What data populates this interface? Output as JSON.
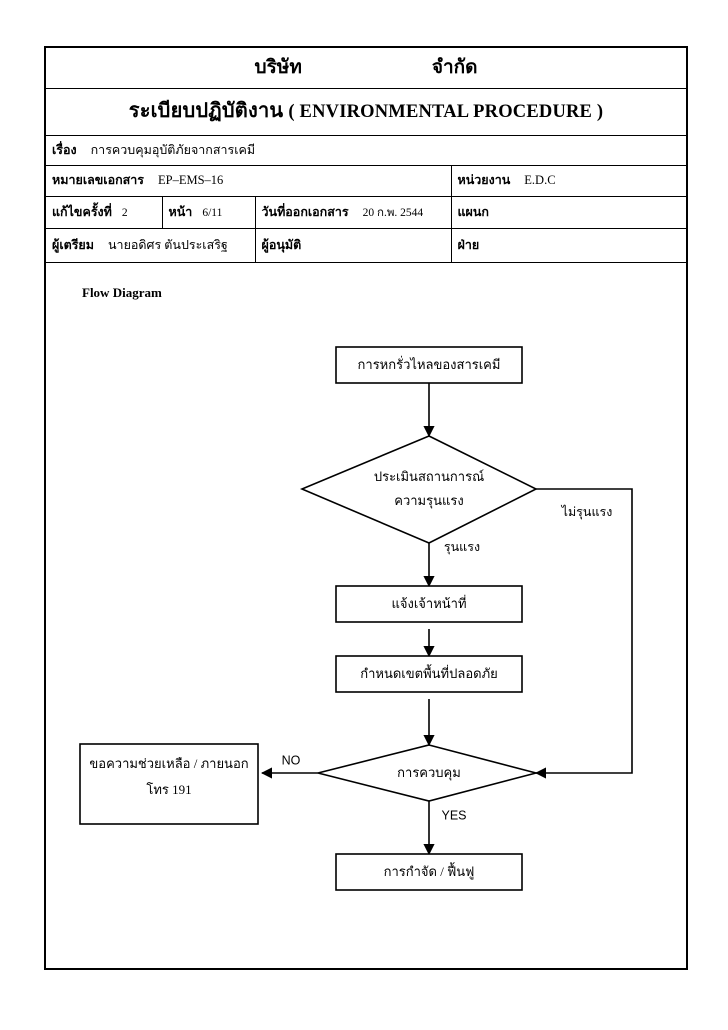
{
  "document": {
    "company_prefix": "บริษัท",
    "company_suffix": "จำกัด",
    "title_th": "ระเบียบปฏิบัติงาน",
    "title_en": "( ENVIRONMENTAL  PROCEDURE )",
    "fields": {
      "subject_label": "เรื่อง",
      "subject_value": "การควบคุมอุบัติภัยจากสารเคมี",
      "docno_label": "หมายเลขเอกสาร",
      "docno_value": "EP–EMS–16",
      "unit_label": "หน่วยงาน",
      "unit_value": "E.D.C",
      "revision_label": "แก้ไขครั้งที่",
      "revision_value": "2",
      "page_label": "หน้า",
      "page_value": "6/11",
      "issue_date_label": "วันที่ออกเอกสาร",
      "issue_date_value": "20 ก.พ. 2544",
      "section_label": "แผนก",
      "section_value": "",
      "preparer_label": "ผู้เตรียม",
      "preparer_value": "นายอดิศร ตันประเสริฐ",
      "approver_label": "ผู้อนุมัติ",
      "approver_value": "",
      "division_label": "ฝ่าย",
      "division_value": ""
    }
  },
  "flow": {
    "heading": "Flow Diagram",
    "nodes": {
      "spill": "การหกรั่วไหลของสารเคมี",
      "assess_line1": "ประเมินสถานการณ์",
      "assess_line2": "ความรุนแรง",
      "notify": "แจ้งเจ้าหน้าที่",
      "safe_zone": "กำหนดเขตพื้นที่ปลอดภัย",
      "control": "การควบคุม",
      "external_help_line1": "ขอความช่วยเหลือ / ภายนอก",
      "external_help_line2": "โทร 191",
      "disposal": "การกำจัด / ฟื้นฟู"
    },
    "edges": {
      "severe": "รุนแรง",
      "not_severe": "ไม่รุนแรง",
      "no": "NO",
      "yes": "YES"
    }
  },
  "theme": {
    "ink": "#000000",
    "paper": "#ffffff"
  }
}
